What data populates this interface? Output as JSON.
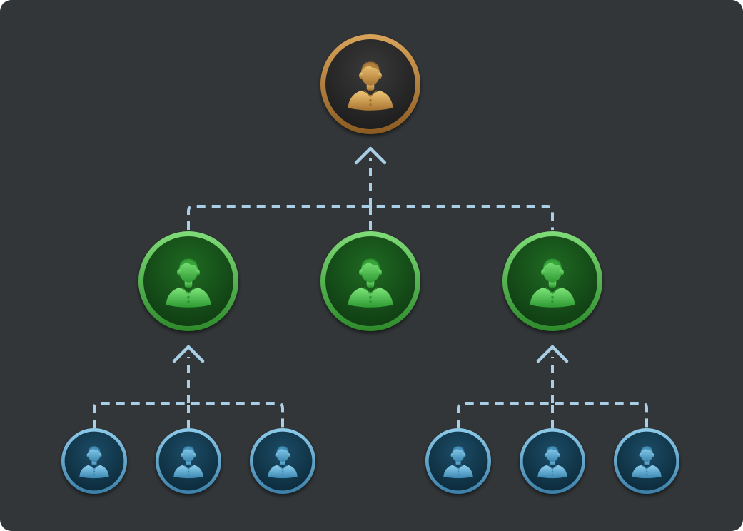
{
  "diagram": {
    "tiers": [
      {
        "tier": "top",
        "avatar_icon": "person-icon",
        "colors": {
          "ring": "#d9a45a",
          "ring_dark": "#8a5a22",
          "bg": "#1c1c1c",
          "bg_light": "#3a3a3a",
          "figure": "#f0c878",
          "figure_dark": "#a87432"
        }
      },
      {
        "tier": "middle",
        "avatar_icon": "person-icon",
        "colors": {
          "ring": "#7fdc78",
          "ring_dark": "#2d8a2a",
          "bg": "#0f3b12",
          "bg_light": "#1f6a22",
          "figure": "#7ee67a",
          "figure_dark": "#2f9a33"
        }
      },
      {
        "tier": "bottom",
        "avatar_icon": "person-icon",
        "colors": {
          "ring": "#8ecbea",
          "ring_dark": "#3b7fa8",
          "bg": "#0c2a3a",
          "bg_light": "#1c4c66",
          "figure": "#8fd0f0",
          "figure_dark": "#3a86b0"
        }
      }
    ],
    "nodes": [
      {
        "id": "top",
        "tier": "top",
        "parent": null
      },
      {
        "id": "mid-1",
        "tier": "middle",
        "parent": "top"
      },
      {
        "id": "mid-2",
        "tier": "middle",
        "parent": "top"
      },
      {
        "id": "mid-3",
        "tier": "middle",
        "parent": "top"
      },
      {
        "id": "leaf-1",
        "tier": "bottom",
        "parent": "mid-1"
      },
      {
        "id": "leaf-2",
        "tier": "bottom",
        "parent": "mid-1"
      },
      {
        "id": "leaf-3",
        "tier": "bottom",
        "parent": "mid-1"
      },
      {
        "id": "leaf-4",
        "tier": "bottom",
        "parent": "mid-3"
      },
      {
        "id": "leaf-5",
        "tier": "bottom",
        "parent": "mid-3"
      },
      {
        "id": "leaf-6",
        "tier": "bottom",
        "parent": "mid-3"
      }
    ],
    "connector": {
      "style": "dashed",
      "color": "#a9cfe6",
      "arrow_icon": "chevron-up-icon"
    },
    "background": "#323638"
  }
}
